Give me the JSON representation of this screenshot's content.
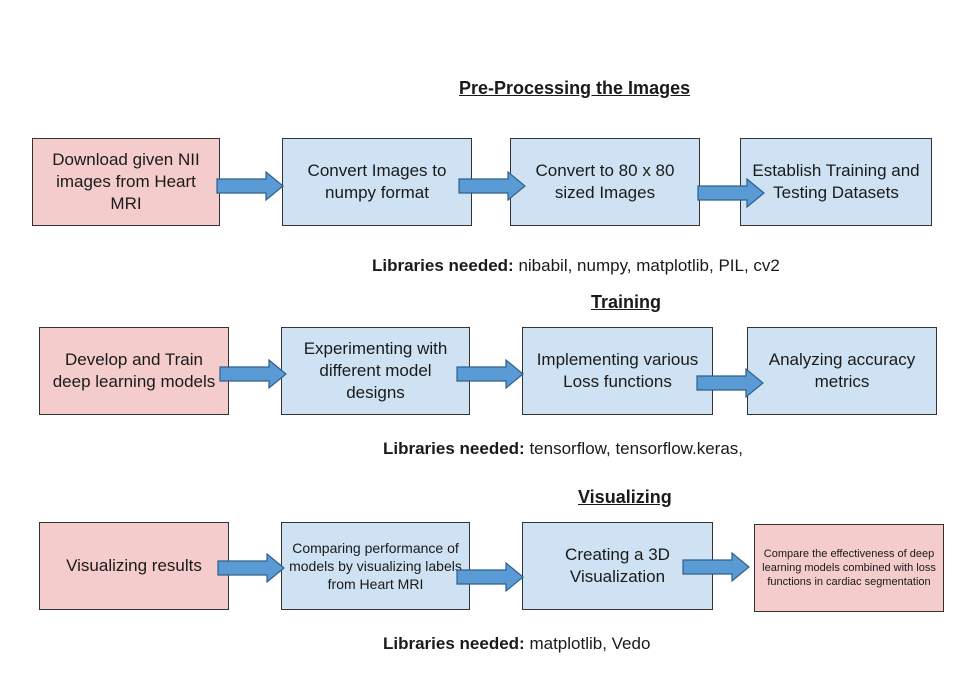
{
  "sections": [
    {
      "title": "Pre-Processing the Images",
      "steps": [
        "Download given NII images from Heart MRI",
        "Convert Images to numpy format",
        "Convert to 80 x 80 sized Images",
        "Establish Training and Testing Datasets"
      ],
      "libraries_label": "Libraries needed:",
      "libraries": "nibabil, numpy, matplotlib, PIL, cv2"
    },
    {
      "title": "Training",
      "steps": [
        "Develop and Train deep learning models",
        "Experimenting with different model designs",
        "Implementing various Loss functions",
        "Analyzing accuracy metrics"
      ],
      "libraries_label": "Libraries needed:",
      "libraries": "tensorflow, tensorflow.keras,"
    },
    {
      "title": "Visualizing",
      "steps": [
        "Visualizing results",
        "Comparing performance of models by visualizing labels from Heart MRI",
        "Creating a 3D Visualization",
        "Compare the effectiveness of deep learning models combined with loss functions in cardiac segmentation"
      ],
      "libraries_label": "Libraries needed:",
      "libraries": "matplotlib, Vedo"
    }
  ],
  "colors": {
    "pink": "#f4cccc",
    "blue": "#cfe2f3",
    "arrow": "#5b9bd5",
    "arrow_stroke": "#2e5f8a"
  }
}
